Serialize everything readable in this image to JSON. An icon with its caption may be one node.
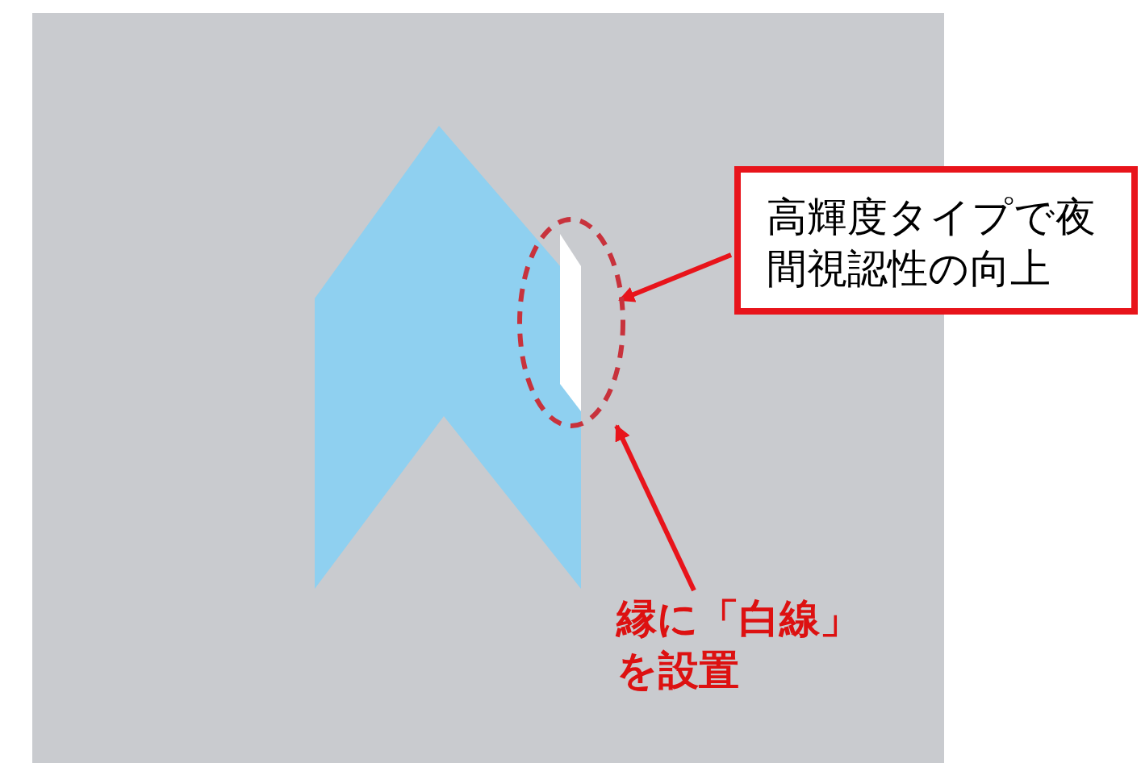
{
  "diagram": {
    "nodes": [
      {
        "text": [
          "高輝度タイプで夜間視認性の向上"
        ]
      },
      {
        "text": [],
        "shape": "ellipse"
      },
      {
        "text": [
          "縁に「白線」を設置"
        ]
      }
    ],
    "edges": [
      {
        "from": 0,
        "to": 1,
        "arrow": "to"
      },
      {
        "from": 2,
        "to": 1,
        "arrow": "to"
      }
    ]
  }
}
